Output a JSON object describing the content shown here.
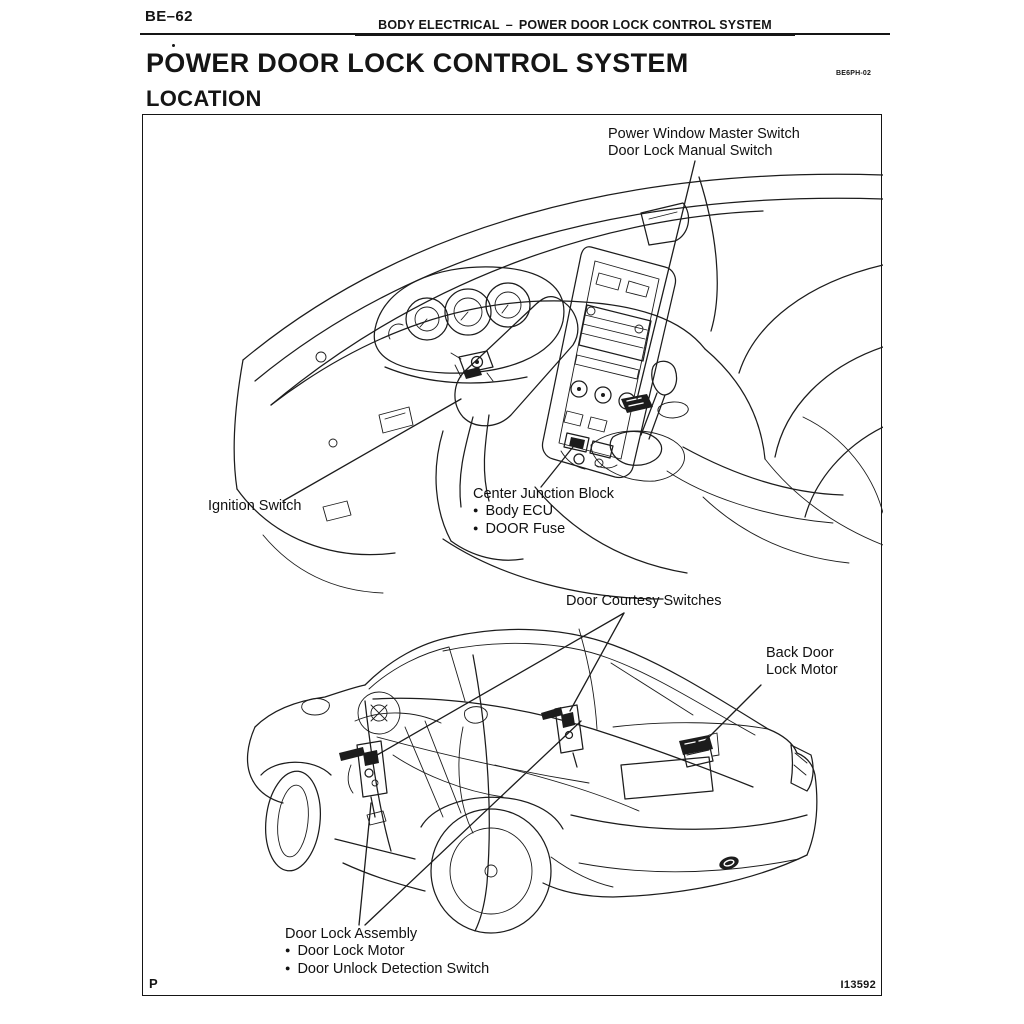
{
  "page": {
    "page_number": "BE–62",
    "running_header": {
      "section": "BODY ELECTRICAL",
      "separator": "–",
      "system": "POWER DOOR LOCK CONTROL SYSTEM"
    },
    "title": "POWER DOOR LOCK CONTROL SYSTEM",
    "subtitle": "LOCATION",
    "section_code": "BE6PH-02",
    "footer_marker": "P",
    "figure_id": "I13592"
  },
  "figure": {
    "top_diagram": {
      "labels": {
        "power_window_master_switch": "Power Window Master Switch",
        "door_lock_manual_switch": "Door Lock Manual Switch",
        "ignition_switch": "Ignition Switch",
        "center_junction_block": "Center Junction Block",
        "cjb_items": [
          "Body ECU",
          "DOOR Fuse"
        ]
      }
    },
    "bottom_diagram": {
      "labels": {
        "door_courtesy_switches": "Door Courtesy Switches",
        "back_door_line1": "Back Door",
        "back_door_line2": "Lock Motor",
        "door_lock_assembly": "Door Lock Assembly",
        "dla_items": [
          "Door Lock Motor",
          "Door Unlock Detection Switch"
        ]
      }
    }
  },
  "colors": {
    "ink": "#1c1c1c",
    "paper": "#ffffff"
  }
}
